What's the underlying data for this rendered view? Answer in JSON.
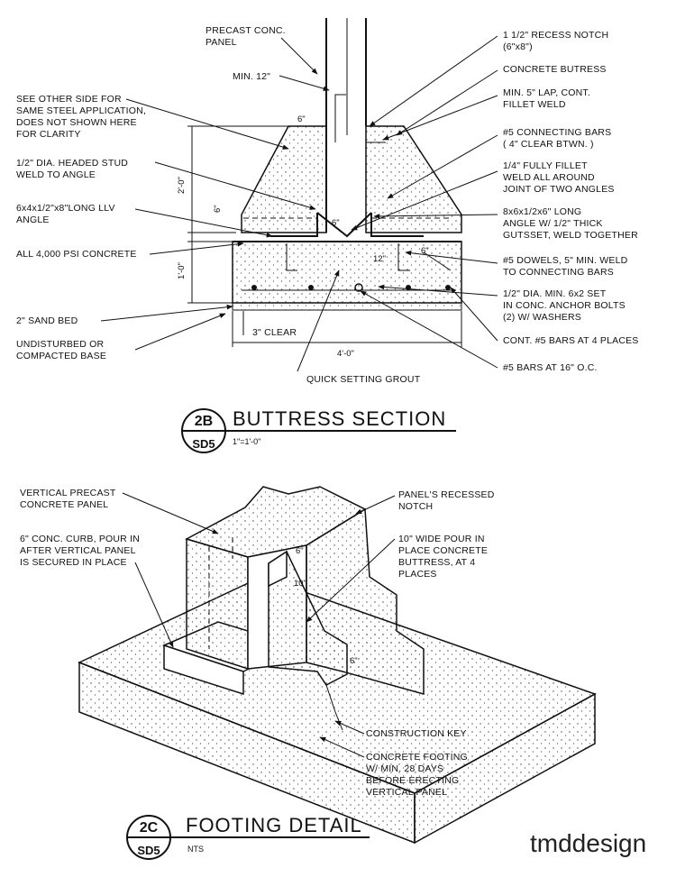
{
  "section_2b": {
    "tag_number": "2B",
    "tag_sheet": "SD5",
    "title": "BUTTRESS SECTION",
    "scale": "1\"=1'-0\"",
    "left_labels": [
      "PRECAST CONC.",
      "PANEL",
      "MIN. 12\"",
      "SEE OTHER SIDE FOR",
      "SAME STEEL APPLICATION,",
      "DOES NOT SHOWN HERE",
      "FOR CLARITY",
      "1/2\" DIA. HEADED STUD",
      "WELD TO ANGLE",
      "6x4x1/2\"x8\"LONG LLV",
      "ANGLE",
      "ALL 4,000 PSI CONCRETE",
      "2\" SAND BED",
      "UNDISTURBED OR",
      "COMPACTED BASE",
      "3\" CLEAR",
      "QUICK SETTING GROUT"
    ],
    "right_labels": [
      "1 1/2\" RECESS NOTCH",
      "(6\"x8\")",
      "CONCRETE BUTRESS",
      "MIN. 5\" LAP, CONT.",
      "FILLET WELD",
      "#5 CONNECTING BARS",
      "( 4\" CLEAR BTWN. )",
      "1/4\" FULLY FILLET",
      "WELD ALL AROUND",
      "JOINT OF TWO ANGLES",
      "8x6x1/2x6\" LONG",
      "ANGLE W/ 1/2\" THICK",
      "GUTSSET, WELD TOGETHER",
      "#5 DOWELS, 5\" MIN. WELD",
      "TO CONNECTING BARS",
      "1/2\" DIA. MIN. 6x2 SET",
      "IN CONC. ANCHOR BOLTS",
      "(2) W/ WASHERS",
      "CONT. #5 BARS AT 4 PLACES",
      "#5 BARS AT 16\" O.C."
    ],
    "dimensions": [
      "6\"",
      "2'-0\"",
      "6\"",
      "1'-0\"",
      "12\"",
      "6\"",
      "6\"",
      "4'-0\""
    ]
  },
  "section_2c": {
    "tag_number": "2C",
    "tag_sheet": "SD5",
    "title": "FOOTING DETAIL",
    "scale": "NTS",
    "left_labels": [
      "VERTICAL PRECAST",
      "CONCRETE PANEL",
      "6\" CONC. CURB, POUR IN",
      "AFTER VERTICAL PANEL",
      "IS SECURED IN PLACE"
    ],
    "right_labels": [
      "PANEL'S RECESSED",
      "NOTCH",
      "10\" WIDE POUR IN",
      "PLACE CONCRETE",
      "BUTTRESS, AT 4",
      "PLACES",
      "CONSTRUCTION KEY",
      "CONCRETE FOOTING",
      "W/ MIN. 28 DAYS",
      "BEFORE ERECTING",
      "VERTICAL PANEL"
    ],
    "dimensions": [
      "6\"",
      "10\"",
      "6\""
    ]
  },
  "logo": {
    "text": "tmddesign"
  }
}
